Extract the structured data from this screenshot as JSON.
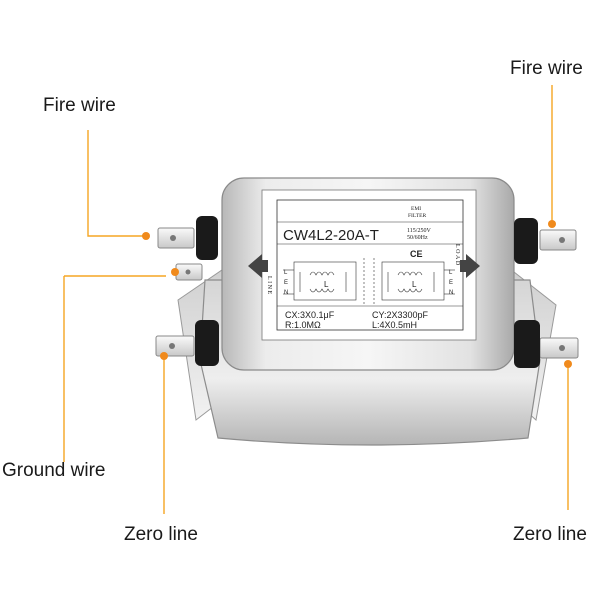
{
  "callouts": {
    "fire_wire_left": "Fire wire",
    "fire_wire_right": "Fire wire",
    "ground_wire": "Ground wire",
    "zero_line_left": "Zero line",
    "zero_line_right": "Zero line"
  },
  "label": {
    "model": "CW4L2-20A-T",
    "emi": "EMI",
    "filter": "FILTER",
    "voltage": "115/250V",
    "frequency": "50/60Hz",
    "ce_mark": "CE",
    "line_text": "LINE",
    "load_text": "LOAD",
    "cx": "CX:3X0.1μF",
    "cy": "CY:2X3300pF",
    "r": "R:1.0MΩ",
    "l": "L:4X0.5mH",
    "schematic_left": {
      "l": "L",
      "e": "E",
      "n": "N"
    },
    "schematic_right": {
      "l": "L",
      "e": "E",
      "n": "N"
    },
    "coil_left": "L",
    "coil_right": "L"
  },
  "colors": {
    "leader_line": "#f5a623",
    "leader_dot": "#f08a1c"
  }
}
